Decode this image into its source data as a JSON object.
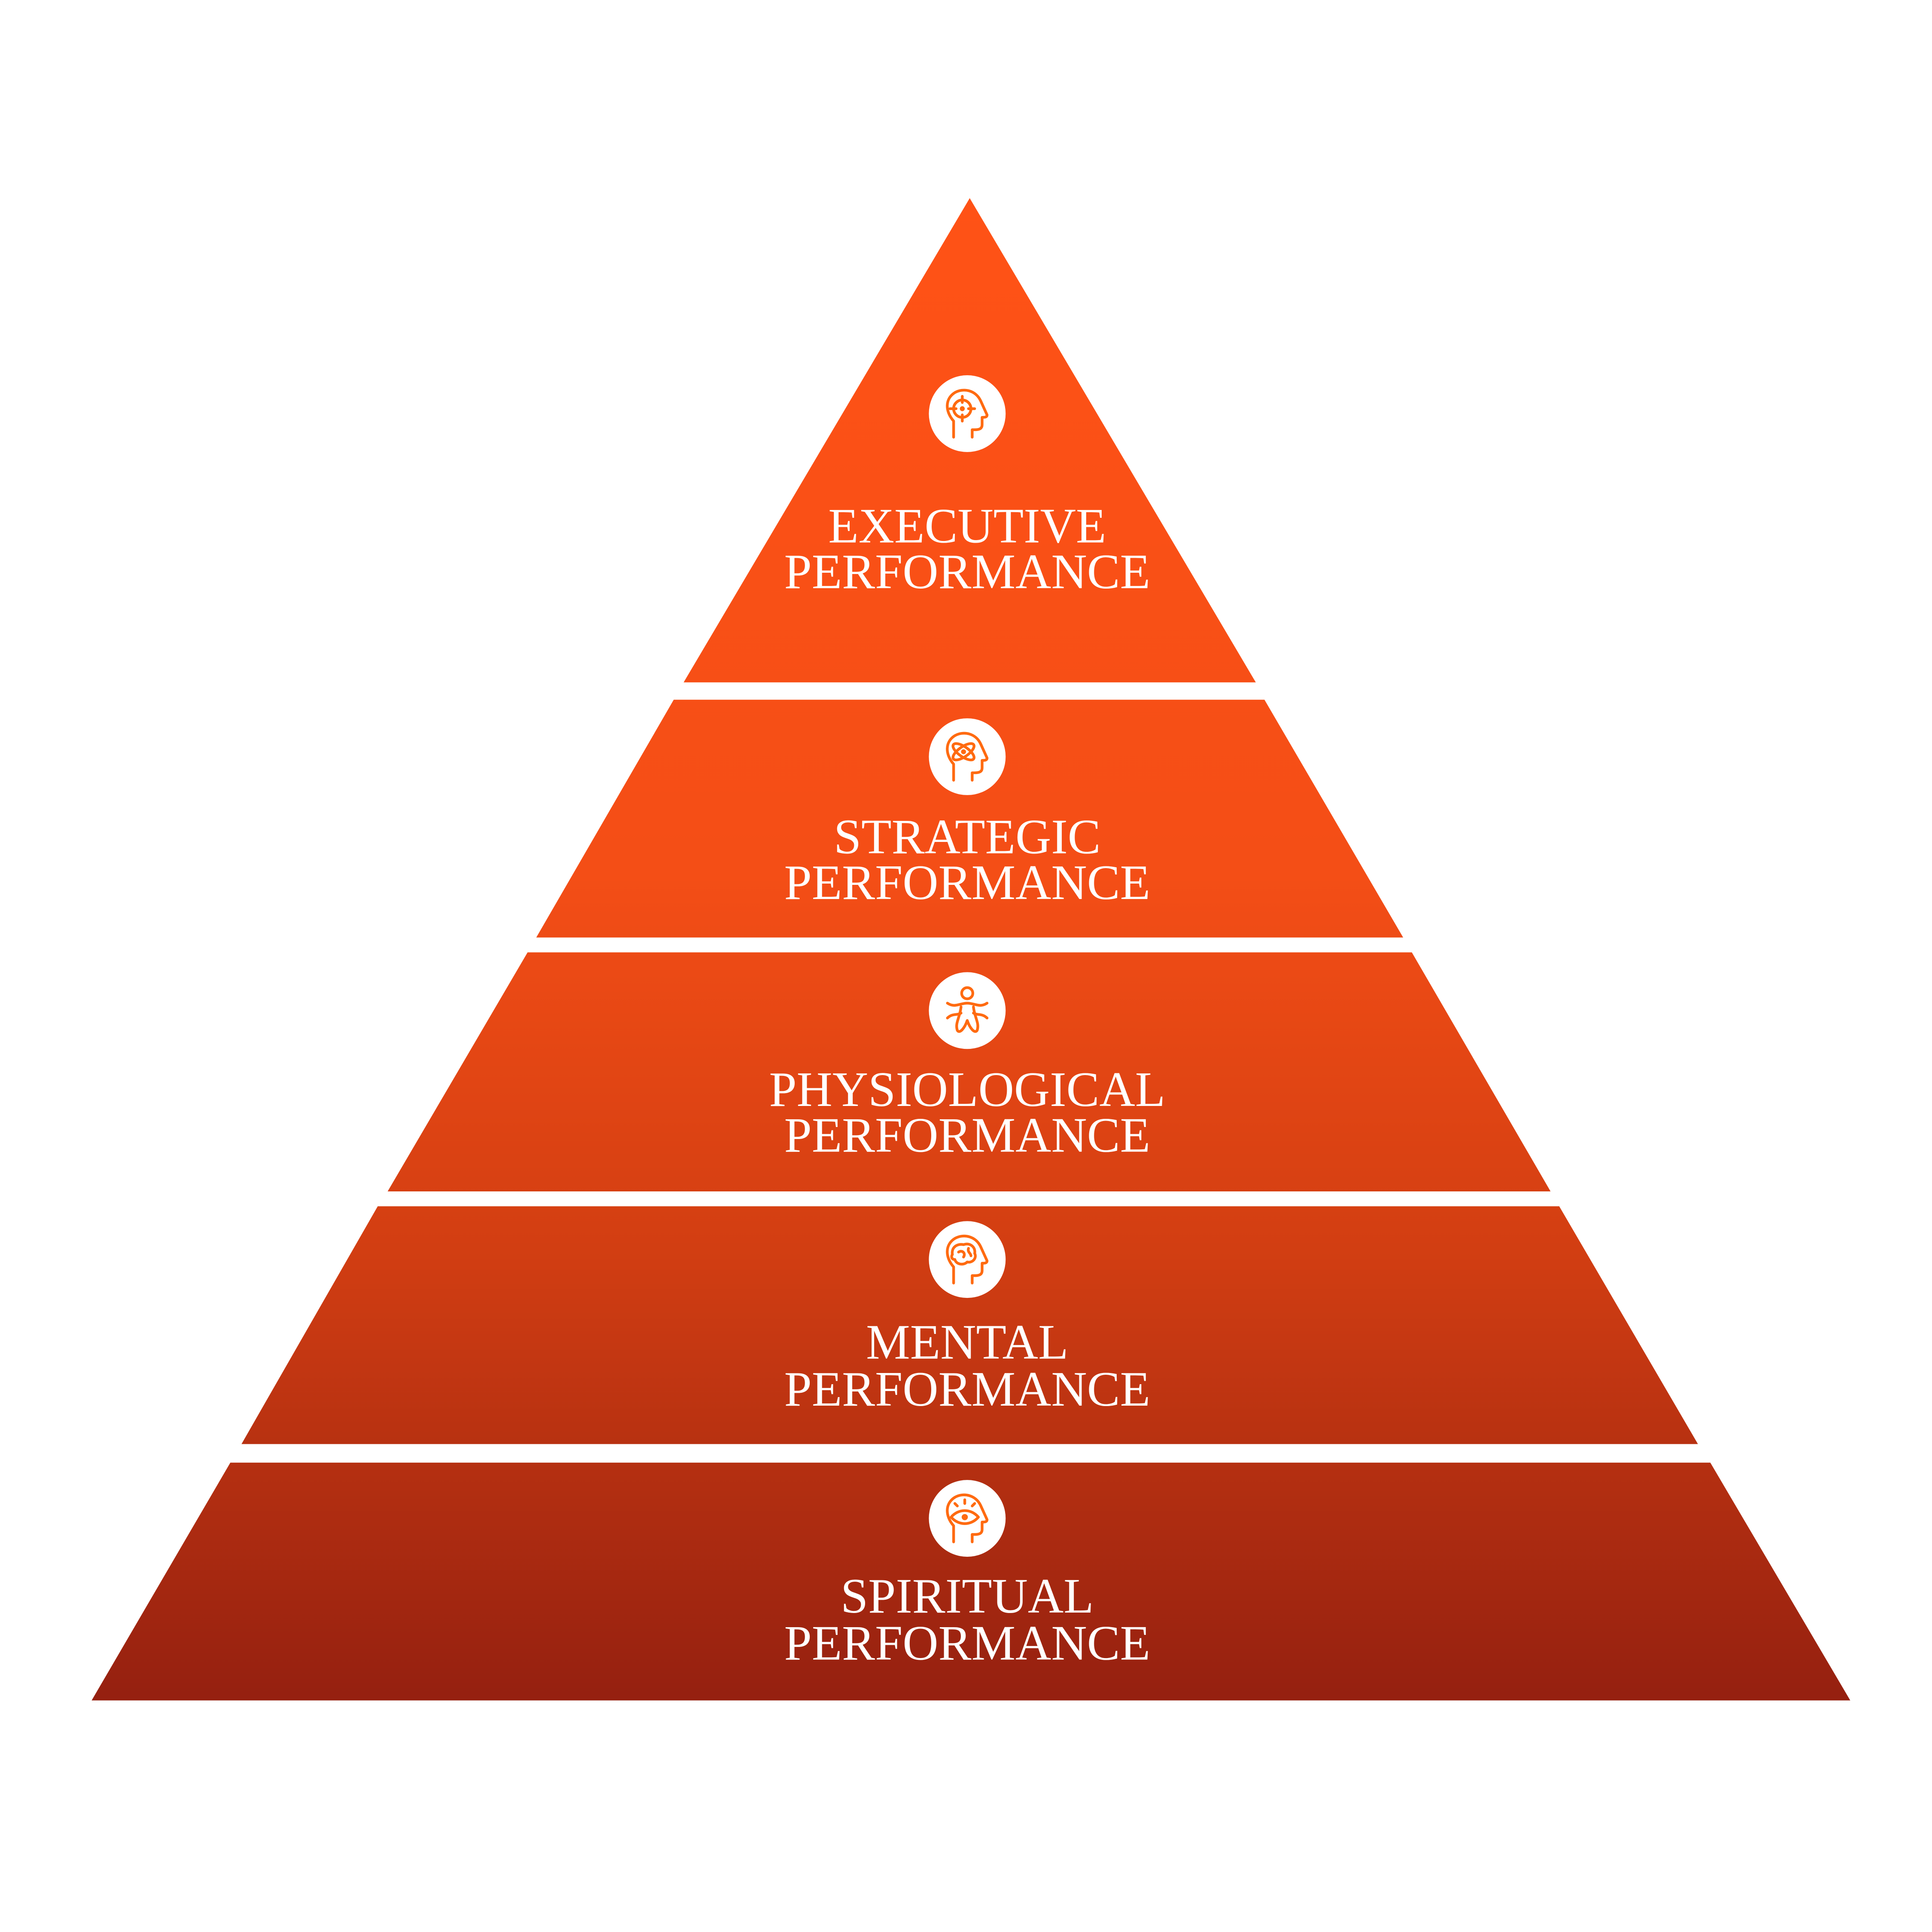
{
  "title": "Performance Pyramid",
  "colors": {
    "top": "#FF5216",
    "bottom": "#952010",
    "icon": "#FF6A10",
    "background": "#FFFFFF"
  },
  "tiers": [
    {
      "line1": "EXECUTIVE",
      "line2": "PERFORMANCE",
      "icon": "head-target-icon"
    },
    {
      "line1": "STRATEGIC",
      "line2": "PERFORMANCE",
      "icon": "head-atom-icon"
    },
    {
      "line1": "PHYSIOLOGICAL",
      "line2": "PERFORMANCE",
      "icon": "human-figure-icon"
    },
    {
      "line1": "MENTAL",
      "line2": "PERFORMANCE",
      "icon": "head-brain-icon"
    },
    {
      "line1": "SPIRITUAL",
      "line2": "PERFORMANCE",
      "icon": "head-eye-icon"
    }
  ]
}
